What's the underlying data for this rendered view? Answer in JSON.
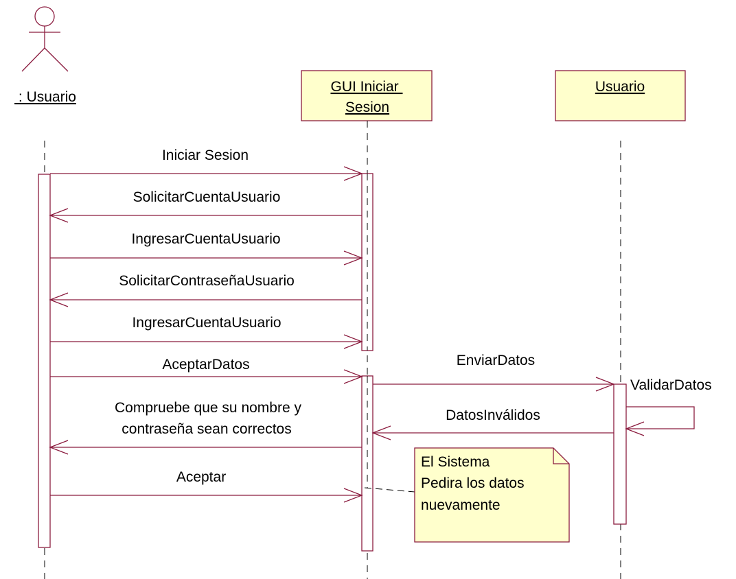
{
  "actors": {
    "user_actor": {
      "label": " : Usuario"
    },
    "gui": {
      "line1": "GUI Iniciar ",
      "line2": "Sesion"
    },
    "usuario": {
      "label": "Usuario"
    }
  },
  "messages": {
    "m1": "Iniciar Sesion",
    "m2": "SolicitarCuentaUsuario",
    "m3": "IngresarCuentaUsuario",
    "m4": "SolicitarContraseñaUsuario",
    "m5": "IngresarCuentaUsuario",
    "m6": "AceptarDatos",
    "m7": "EnviarDatos",
    "m8": "ValidarDatos",
    "m9": "DatosInválidos",
    "m10_line1": "Compruebe que su nombre y",
    "m10_line2": "contraseña sean correctos",
    "m11": "Aceptar"
  },
  "note": {
    "line1": "El Sistema",
    "line2": "Pedira los datos",
    "line3": "nuevamente"
  },
  "colors": {
    "line": "#8b1c3f",
    "box_fill": "#ffffcc",
    "lifeline": "#000000"
  }
}
